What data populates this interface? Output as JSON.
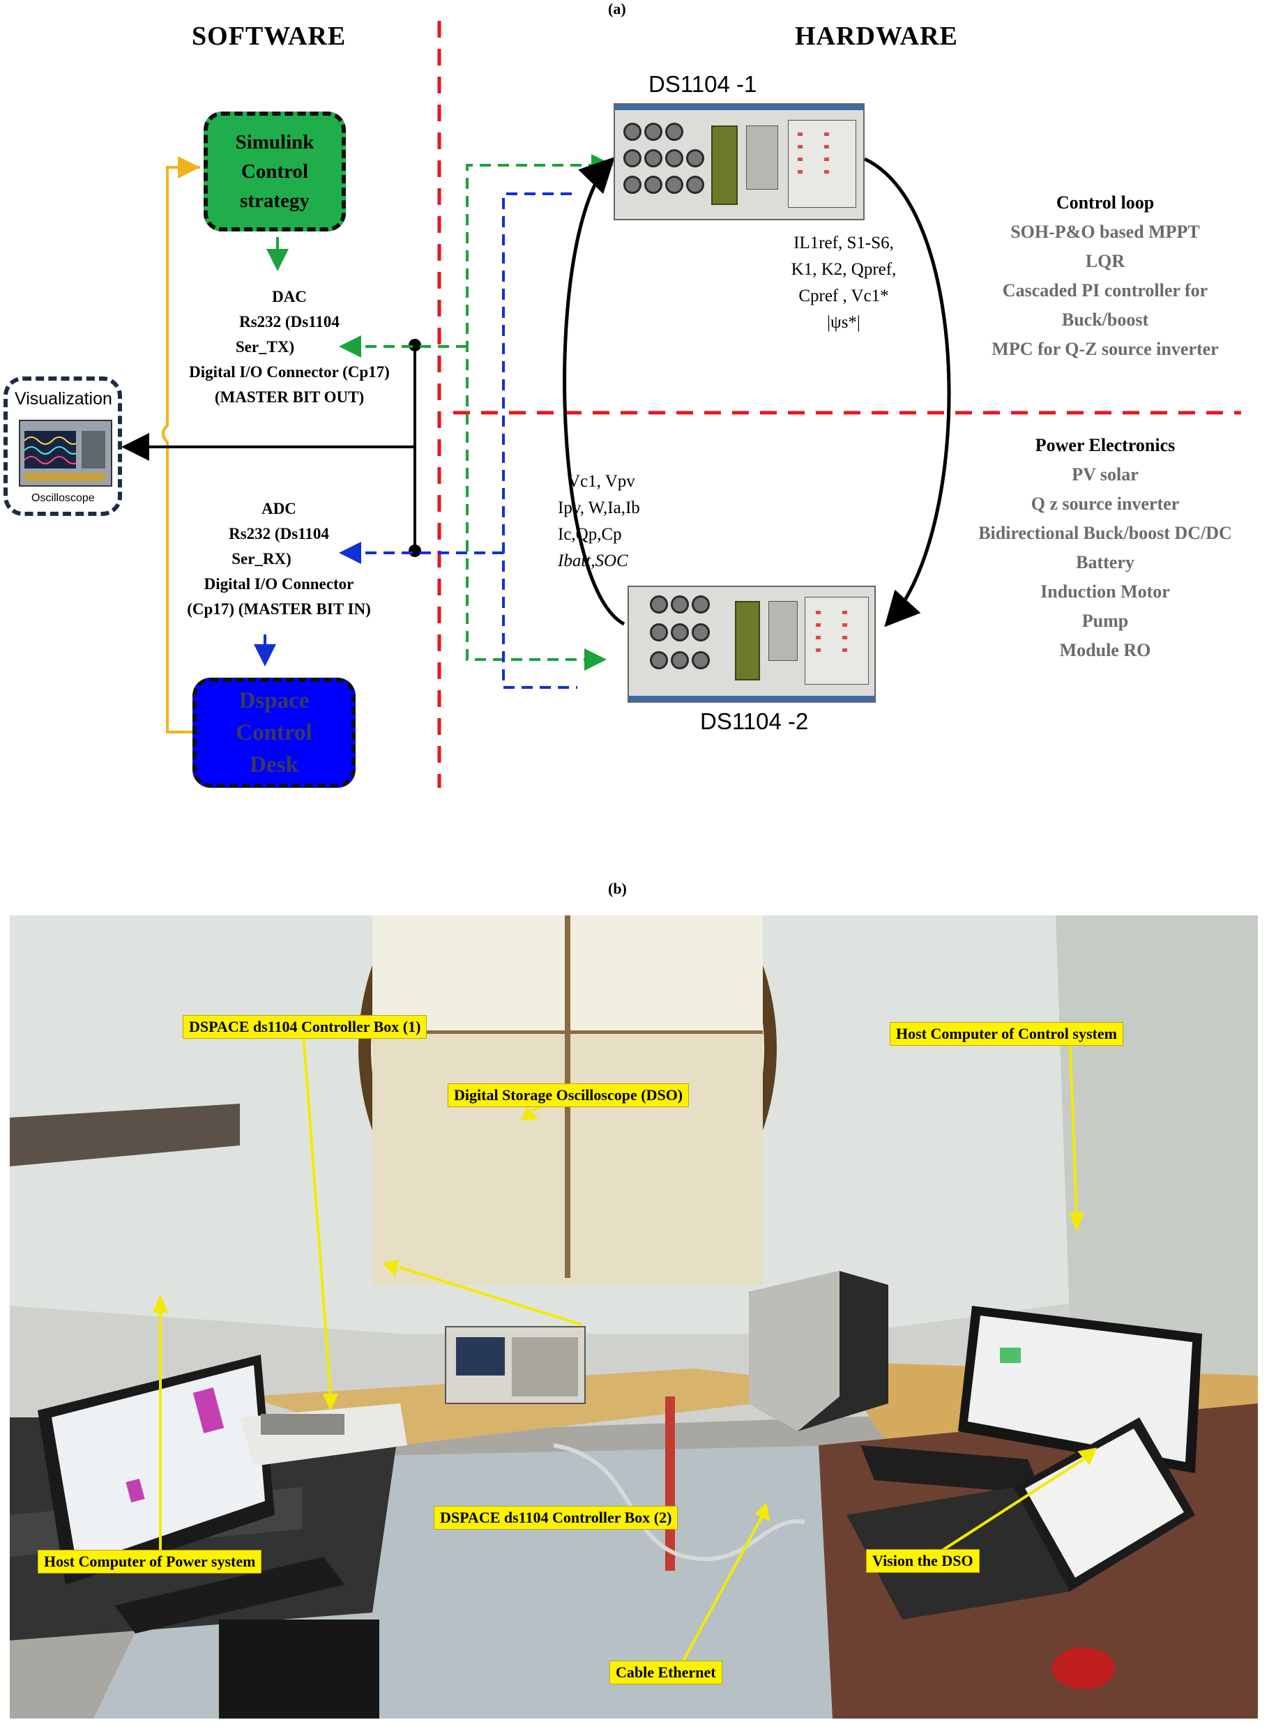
{
  "panel_a": {
    "label": "(a)",
    "software_heading": "SOFTWARE",
    "hardware_heading": "HARDWARE",
    "simulink_box": [
      "Simulink",
      "Control",
      "strategy"
    ],
    "dspace_box": [
      "Dspace",
      "Control",
      "Desk"
    ],
    "visualization": {
      "title": "Visualization",
      "caption": "Oscilloscope"
    },
    "dac_block": [
      "DAC",
      "Rs232 (Ds1104",
      "Ser_TX)",
      "Digital I/O Connector (Cp17)",
      "(MASTER BIT OUT)"
    ],
    "adc_block": [
      "ADC",
      "Rs232 (Ds1104",
      "Ser_RX)",
      "Digital I/O Connector",
      "(Cp17) (MASTER BIT IN)"
    ],
    "ds1": "DS1104 -1",
    "ds2": "DS1104 -2",
    "signals_down": [
      "IL1ref, S1-S6,",
      "K1, K2, Qpref,",
      "Cpref , Vc1*",
      "|ψs*|"
    ],
    "signals_up": [
      "Vc1, Vpv",
      "Ipv, W,Ia,Ib",
      "Ic,Qp,Cp",
      "Ibatt,SOC"
    ],
    "control_loop": {
      "title": "Control loop",
      "items": [
        "SOH-P&O based MPPT",
        "LQR",
        "Cascaded PI controller for",
        "Buck/boost",
        "MPC for Q-Z source inverter"
      ]
    },
    "power_electronics": {
      "title": "Power Electronics",
      "items": [
        "PV solar",
        "Q z source inverter",
        "Bidirectional Buck/boost DC/DC",
        "Battery",
        "Induction Motor",
        "Pump",
        "Module RO"
      ]
    },
    "colors": {
      "divider_red": "#e8161b",
      "green_box": "#1fae4b",
      "blue_box": "#0000ff",
      "green_arrow": "#1aa33c",
      "blue_arrow": "#1230d6",
      "orange_link": "#f4b21b",
      "ctrl_text_gray": "#6b6b6b"
    }
  },
  "panel_b": {
    "label": "(b)",
    "tags": {
      "box1": "DSPACE ds1104 Controller Box (1)",
      "dso": "Digital Storage Oscilloscope (DSO)",
      "host_control": "Host Computer of Control system",
      "box2": "DSPACE ds1104 Controller Box (2)",
      "host_power": "Host Computer of Power system",
      "vision": "Vision the DSO",
      "cable": "Cable Ethernet"
    },
    "colors": {
      "tag_bg": "#fff200",
      "pointer": "#f2ea00"
    }
  }
}
